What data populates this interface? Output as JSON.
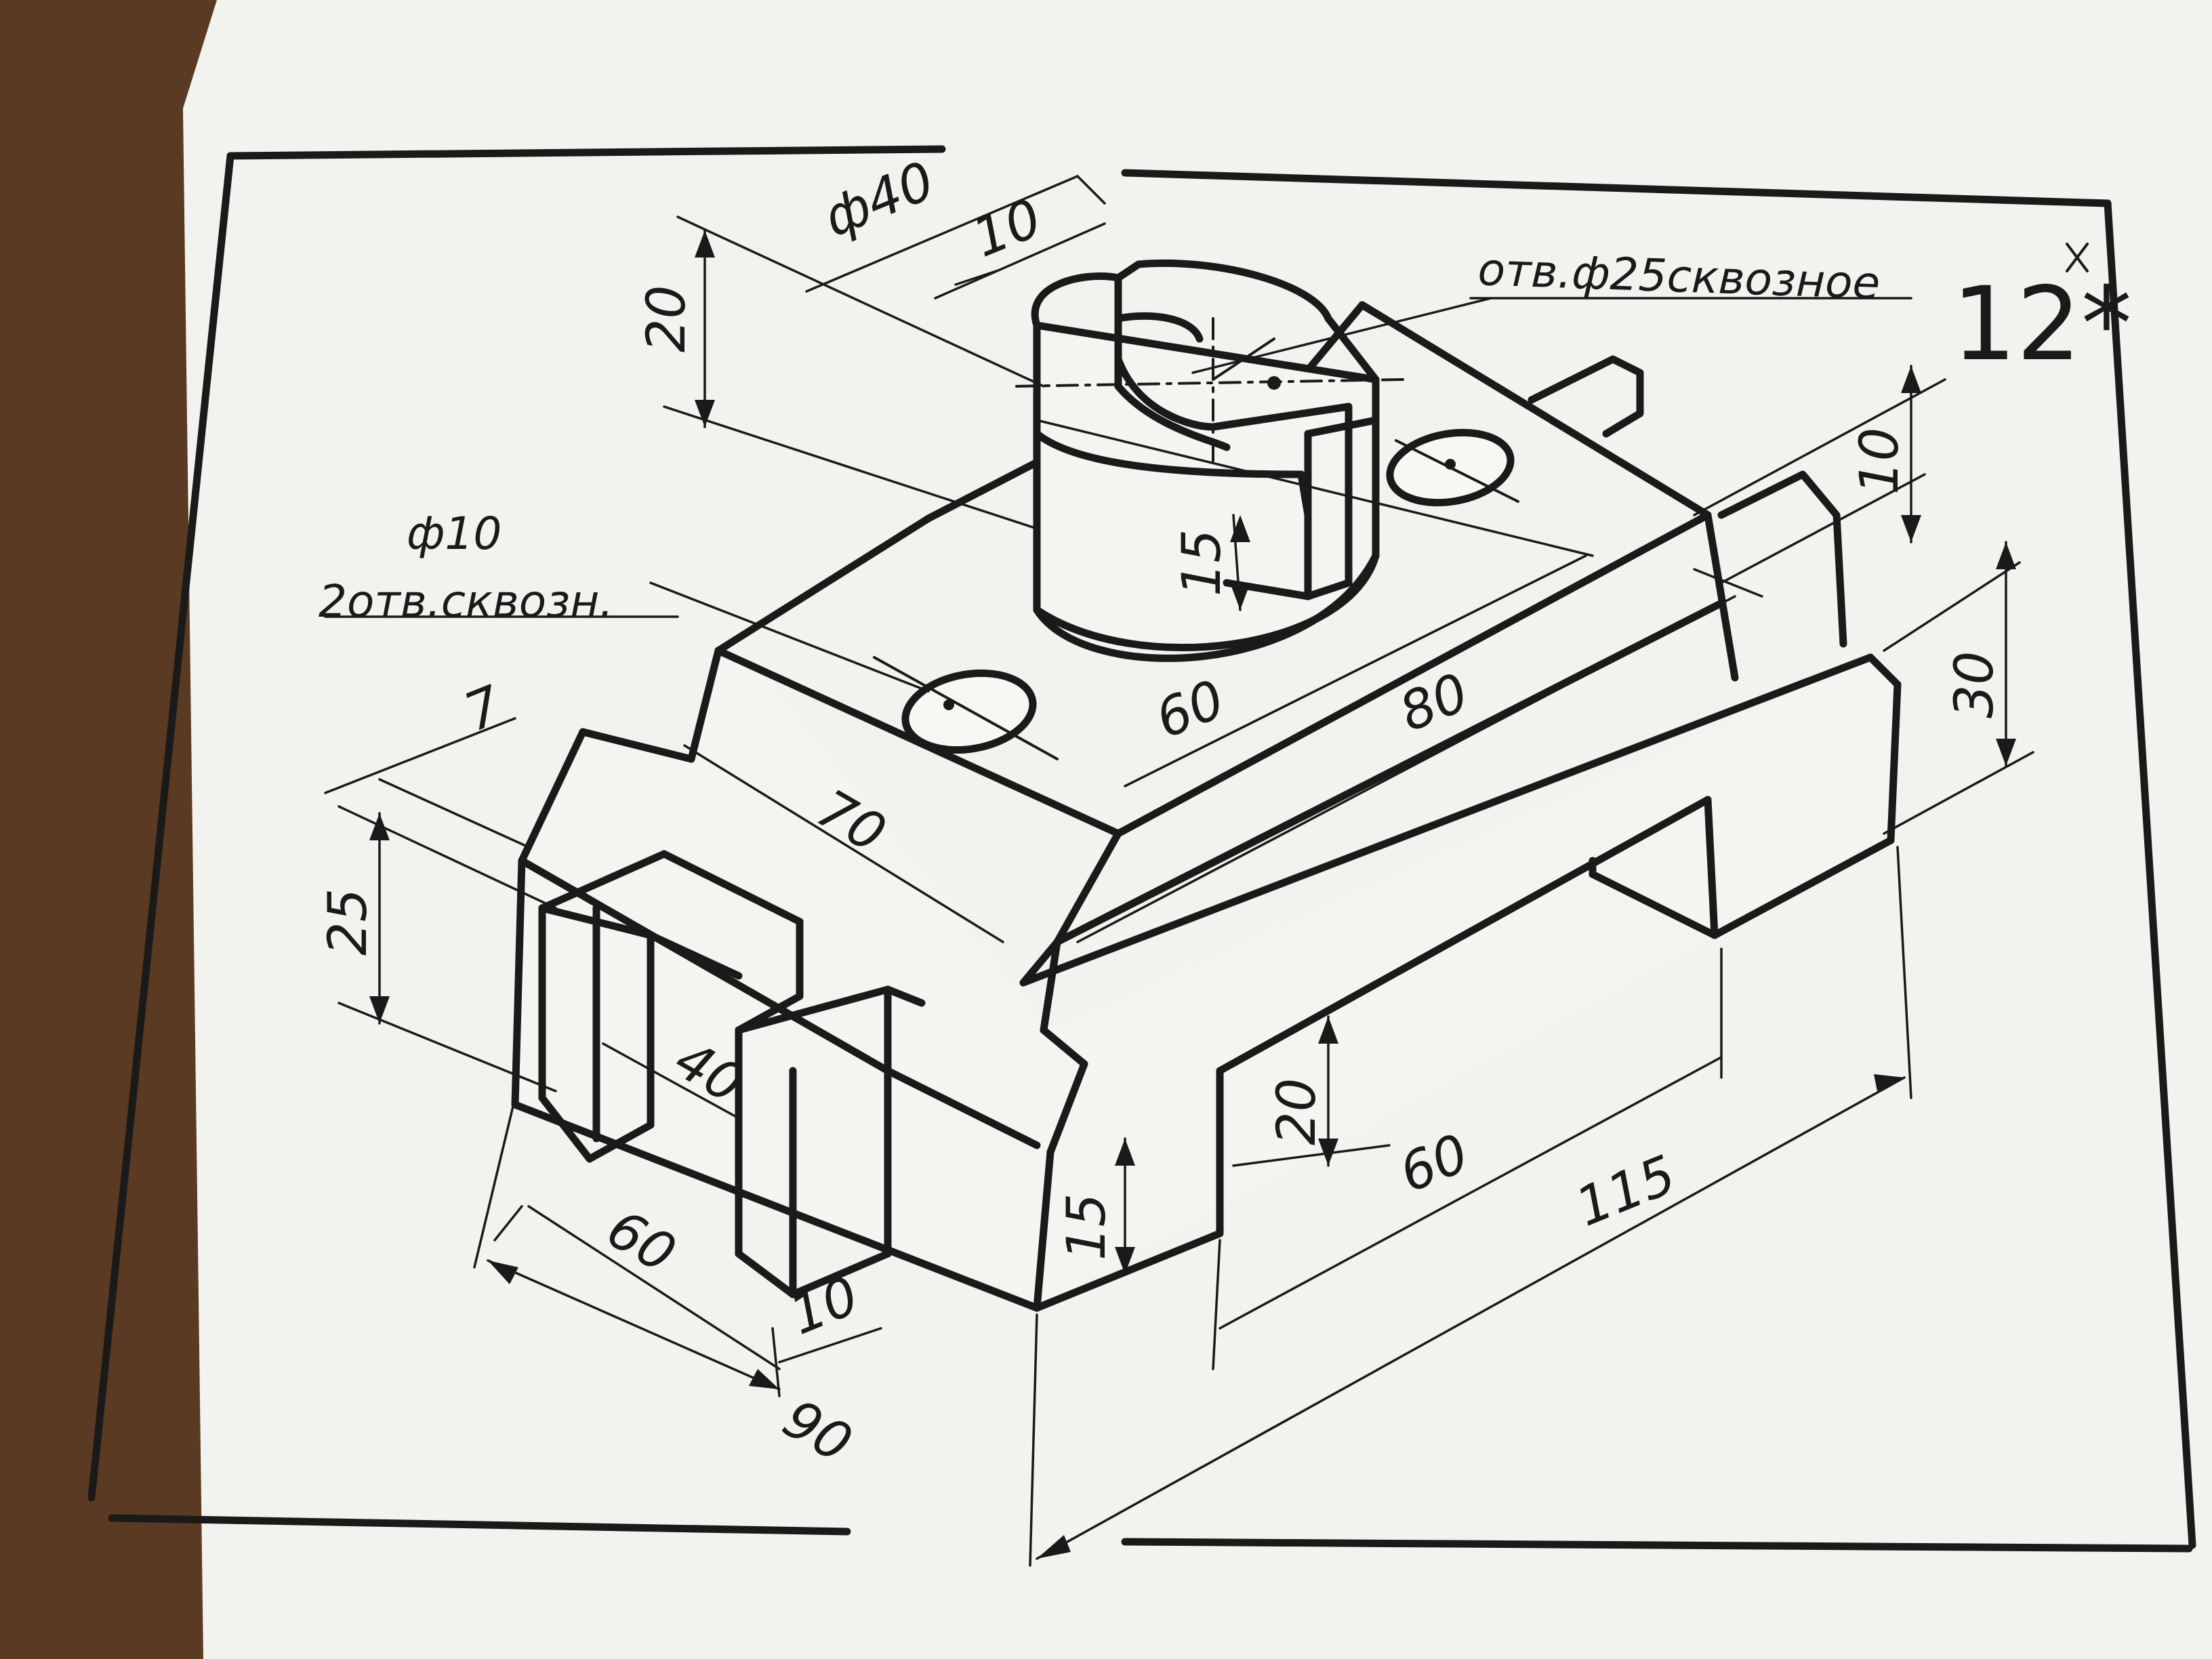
{
  "sheet": {
    "number": "12*"
  },
  "notes": {
    "bore": "отв.ф25сквозное",
    "holes_line1": "ф10",
    "holes_line2": "2отв.сквозн."
  },
  "dims": {
    "d40": "ф40",
    "w10_top": "10",
    "h20_top": "20",
    "h15_slot": "15",
    "len60_top": "60",
    "len80": "80",
    "len70": "70",
    "h10_right": "10",
    "h30_right": "30",
    "w7": "7",
    "h25": "25",
    "w40": "40",
    "w60_left": "60",
    "w10_bottom": "10",
    "w90": "90",
    "h15_front": "15",
    "h20_front": "20",
    "len60_bottom": "60",
    "len115": "115"
  },
  "colors": {
    "paper": "#f4f4f1",
    "ink": "#1a1a1a",
    "background": "#5a3a22"
  }
}
